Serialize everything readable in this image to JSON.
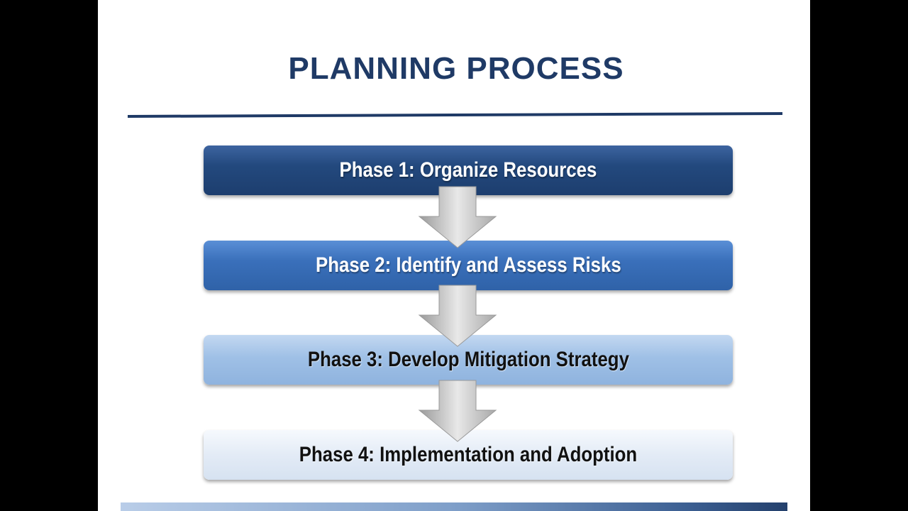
{
  "title": "PLANNING PROCESS",
  "phases": [
    {
      "label": "Phase 1: Organize Resources",
      "color": "#23497e"
    },
    {
      "label": "Phase 2: Identify and Assess Risks",
      "color": "#3a70bb"
    },
    {
      "label": "Phase 3: Develop Mitigation Strategy",
      "color": "#9fc0e6"
    },
    {
      "label": "Phase 4: Implementation and Adoption",
      "color": "#e3ebf6"
    }
  ],
  "arrow_icon": "down-arrow-icon"
}
